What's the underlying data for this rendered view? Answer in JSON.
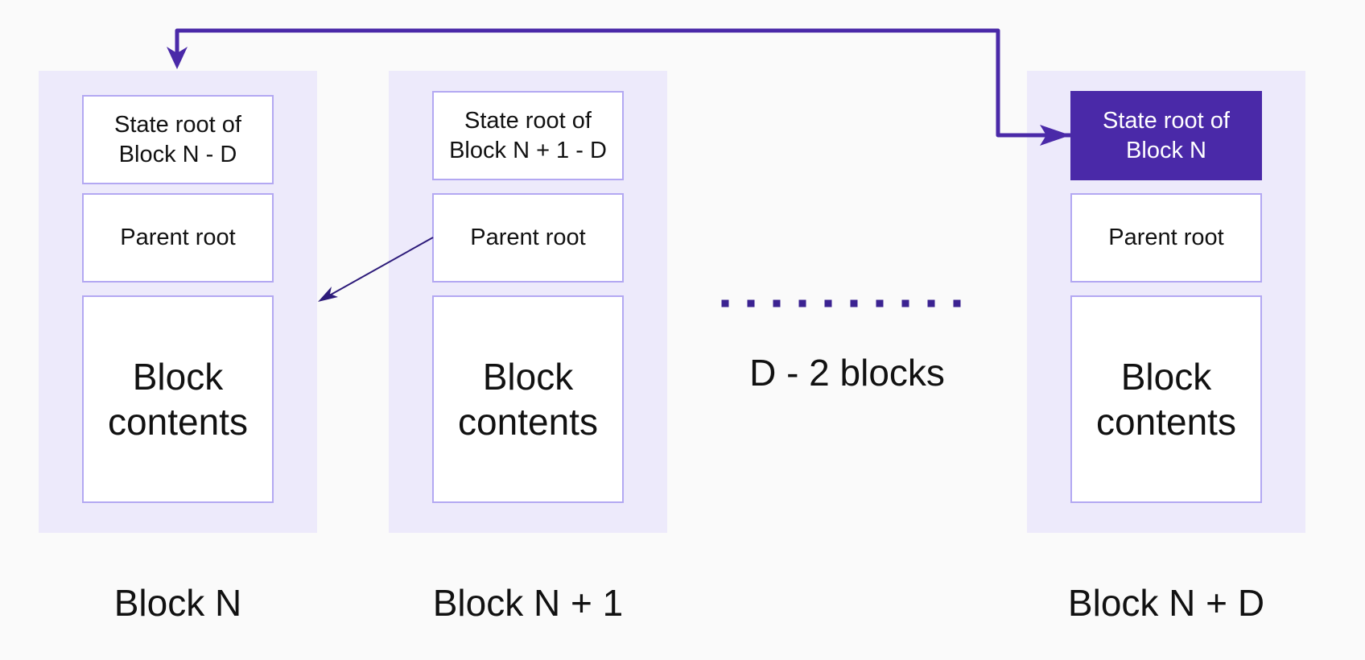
{
  "colors": {
    "background": "#fafafa",
    "block_fill": "#edeafb",
    "cell_border": "#b3a8f2",
    "highlight_fill": "#4a29a8",
    "arrow_dark": "#4a29a8",
    "arrow_thin": "#2d1b7a",
    "dots": "#3b2291"
  },
  "blocks": [
    {
      "state_root": "State root of\nBlock N - D",
      "parent_root": "Parent root",
      "contents": "Block\ncontents",
      "caption": "Block N"
    },
    {
      "state_root": "State root of\nBlock N + 1 - D",
      "parent_root": "Parent root",
      "contents": "Block\ncontents",
      "caption": "Block N + 1"
    },
    {
      "state_root": "State root of\nBlock N",
      "parent_root": "Parent root",
      "contents": "Block\ncontents",
      "caption": "Block N + D"
    }
  ],
  "gap": {
    "label": "D - 2 blocks",
    "dots": 10
  }
}
